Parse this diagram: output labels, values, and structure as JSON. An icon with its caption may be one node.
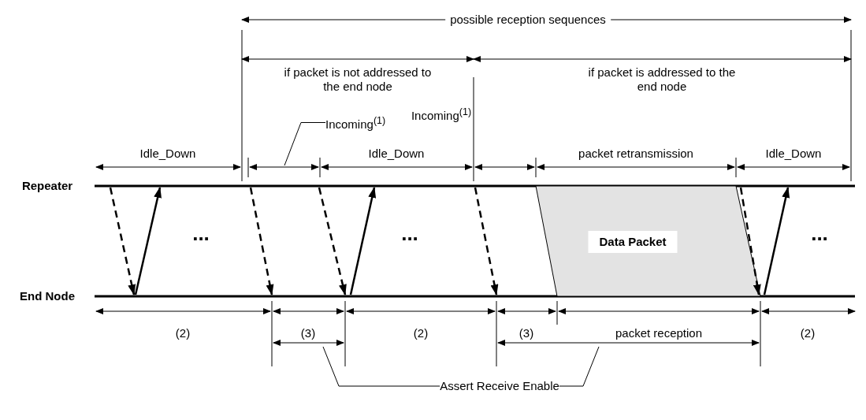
{
  "diagram": {
    "nodes": [
      {
        "text": [
          "Incoming$^{(1)}$"
        ]
      },
      {
        "text": [
          "Assert Receive Enable"
        ]
      },
      {
        "text": [
          "Data Packet"
        ]
      }
    ],
    "edges": [
      {
        "from": 0,
        "to": null,
        "arrow": "none"
      },
      {
        "from": 1,
        "to": null,
        "arrow": "none"
      },
      {
        "from": 1,
        "to": null,
        "arrow": "none"
      }
    ],
    "labels": [
      "possible reception sequences",
      "if packet is not addressed to the end node",
      "if packet is addressed to the end node",
      "Idle_Down",
      "Idle_Down",
      "Incoming$^{(1)}$",
      "packet retransmission",
      "Idle_Down",
      "Repeater",
      "End Node",
      "...",
      "...",
      "...",
      "(2)",
      "(3)",
      "(2)",
      "(3)",
      "packet reception",
      "(2)"
    ]
  }
}
